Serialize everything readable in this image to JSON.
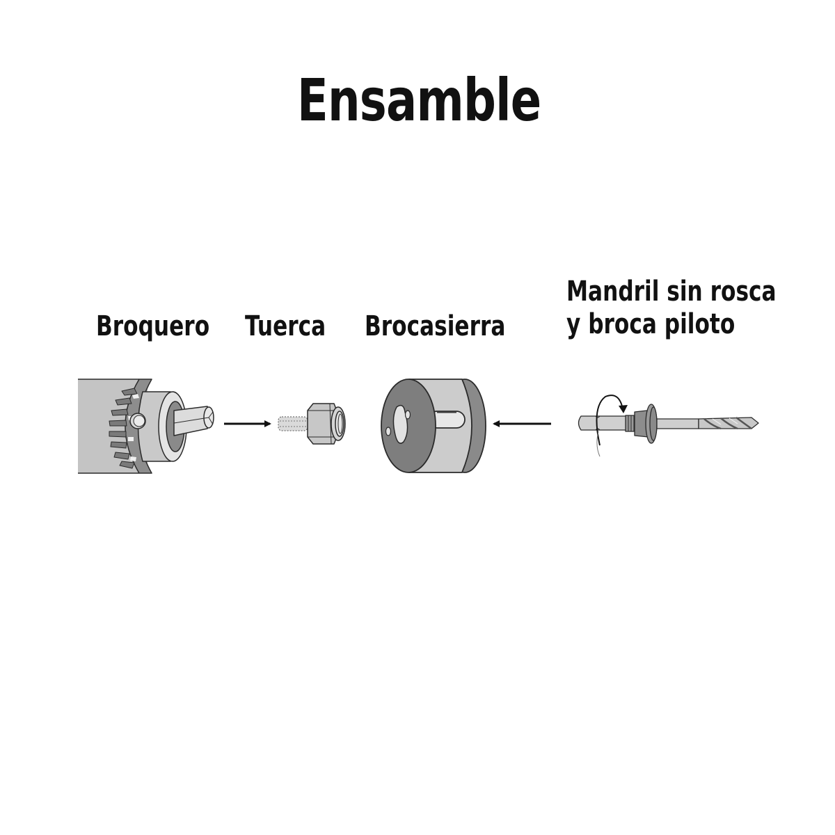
{
  "title": "Ensamble",
  "components": [
    {
      "id": "broquero",
      "label": "Broquero",
      "icon": "drill-chuck-icon"
    },
    {
      "id": "tuerca",
      "label": "Tuerca",
      "icon": "nut-icon"
    },
    {
      "id": "brocasierra",
      "label": "Brocasierra",
      "icon": "hole-saw-icon"
    },
    {
      "id": "mandril",
      "label_line1": "Mandril sin rosca",
      "label_line2": "y broca piloto",
      "icon": "arbor-pilot-drill-icon"
    }
  ],
  "arrows": [
    {
      "from": "broquero",
      "to": "tuerca",
      "direction": "right"
    },
    {
      "from": "mandril",
      "to": "brocasierra",
      "direction": "left"
    }
  ],
  "colors": {
    "background": "#ffffff",
    "text": "#111111",
    "outline": "#2a2a2a",
    "light_gray": "#cfcfcf",
    "mid_gray": "#a9a9a9",
    "dark_gray": "#7d7d7d",
    "highlight": "#e9e9e9"
  }
}
